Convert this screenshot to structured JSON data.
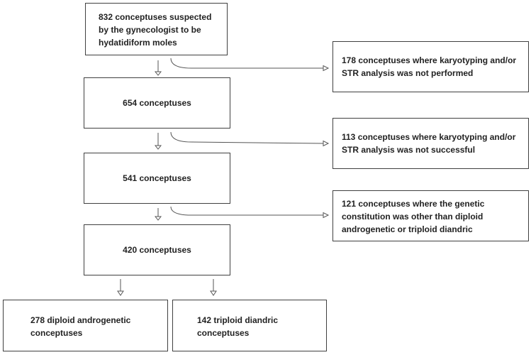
{
  "flowchart": {
    "main_boxes": [
      {
        "id": "start",
        "text": "832 conceptuses suspected by the gynecologist to be hydatidiform moles"
      },
      {
        "id": "step1",
        "text": "654 conceptuses"
      },
      {
        "id": "step2",
        "text": "541 conceptuses"
      },
      {
        "id": "step3",
        "text": "420 conceptuses"
      }
    ],
    "exclusion_boxes": [
      {
        "id": "excl1",
        "text": "178 conceptuses where karyotyping and/or STR analysis was not performed"
      },
      {
        "id": "excl2",
        "text": "113 conceptuses where karyotyping and/or STR analysis was not successful"
      },
      {
        "id": "excl3",
        "text": "121 conceptuses where the genetic constitution was other than diploid androgenetic or triploid diandric"
      }
    ],
    "outcome_boxes": [
      {
        "id": "out1",
        "text": "278 diploid androgenetic conceptuses"
      },
      {
        "id": "out2",
        "text": "142 triploid diandric conceptuses"
      }
    ]
  }
}
